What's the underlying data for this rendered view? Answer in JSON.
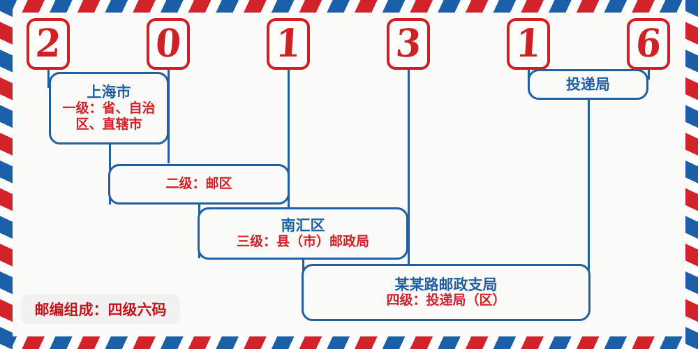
{
  "postcode": {
    "digits": [
      "2",
      "0",
      "1",
      "3",
      "1",
      "6"
    ]
  },
  "levels": [
    {
      "id": "level-1",
      "title": "上海市",
      "subtitle": "一级：省、自治区、直辖市"
    },
    {
      "id": "level-2",
      "title": "",
      "subtitle": "二级：邮区"
    },
    {
      "id": "level-3",
      "title": "南汇区",
      "subtitle": "三级：县（市）邮政局"
    },
    {
      "id": "level-4",
      "title": "某某路邮政支局",
      "subtitle": "四级：投递局（区）"
    }
  ],
  "delivery_office": {
    "title": "投递局"
  },
  "legend": {
    "text": "邮编组成：四级六码"
  },
  "colors": {
    "red": "#cf2026",
    "blue": "#1f5fa2",
    "paper": "#fafbf8",
    "chip_bg": "#f1f1f1"
  }
}
